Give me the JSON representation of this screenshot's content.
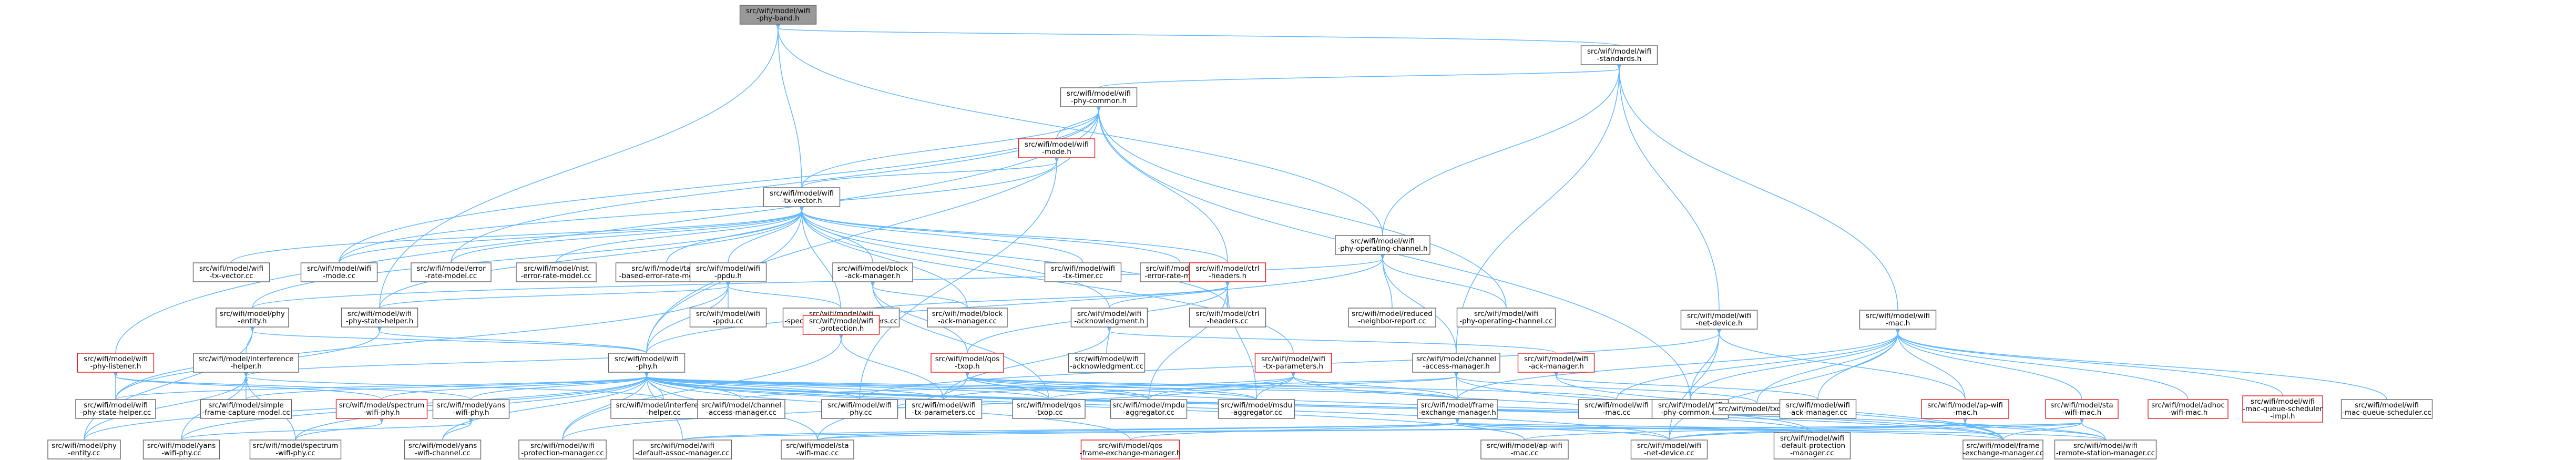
{
  "colors": {
    "edge": "#63b8ff",
    "node_border": "#666666",
    "node_border_missing": "#e31a1c",
    "root_fill": "#999999",
    "node_fill": "#ffffff"
  },
  "nodes": [
    {
      "id": "n0",
      "root": true,
      "red": false,
      "lines": [
        "src/wifi/model/wifi",
        "-phy-band.h"
      ]
    },
    {
      "id": "n1",
      "root": false,
      "red": false,
      "lines": [
        "src/wifi/model/wifi",
        "-standards.h"
      ]
    },
    {
      "id": "n2",
      "root": false,
      "red": false,
      "lines": [
        "src/wifi/model/wifi",
        "-phy-common.h"
      ]
    },
    {
      "id": "n3",
      "root": false,
      "red": true,
      "lines": [
        "src/wifi/model/wifi",
        "-mode.h"
      ]
    },
    {
      "id": "n4",
      "root": false,
      "red": false,
      "lines": [
        "src/wifi/model/wifi",
        "-tx-vector.h"
      ]
    },
    {
      "id": "n5",
      "root": false,
      "red": false,
      "lines": [
        "src/wifi/model/wifi",
        "-phy-operating-channel.h"
      ]
    },
    {
      "id": "n6",
      "root": false,
      "red": false,
      "lines": [
        "src/wifi/model/wifi",
        "-net-device.h"
      ]
    },
    {
      "id": "n7",
      "root": false,
      "red": false,
      "lines": [
        "src/wifi/model/wifi",
        "-mac.h"
      ]
    },
    {
      "id": "n8",
      "root": false,
      "red": false,
      "lines": [
        "src/wifi/model/wifi",
        "-tx-vector.cc"
      ]
    },
    {
      "id": "n9",
      "root": false,
      "red": false,
      "lines": [
        "src/wifi/model/wifi",
        "-mode.cc"
      ]
    },
    {
      "id": "n10",
      "root": false,
      "red": false,
      "lines": [
        "src/wifi/model/error",
        "-rate-model.cc"
      ]
    },
    {
      "id": "n11",
      "root": false,
      "red": false,
      "lines": [
        "src/wifi/model/nist",
        "-error-rate-model.cc"
      ]
    },
    {
      "id": "n12",
      "root": false,
      "red": false,
      "lines": [
        "src/wifi/model/table",
        "-based-error-rate-model.cc"
      ]
    },
    {
      "id": "n13",
      "root": false,
      "red": false,
      "lines": [
        "src/wifi/model/wifi",
        "-ppdu.h"
      ]
    },
    {
      "id": "n14",
      "root": false,
      "red": false,
      "lines": [
        "src/wifi/model/block",
        "-ack-manager.h"
      ]
    },
    {
      "id": "n15",
      "root": false,
      "red": false,
      "lines": [
        "src/wifi/model/wifi",
        "-tx-timer.cc"
      ]
    },
    {
      "id": "n16",
      "root": false,
      "red": false,
      "lines": [
        "src/wifi/model/yans",
        "-error-rate-model.cc"
      ]
    },
    {
      "id": "n17",
      "root": false,
      "red": true,
      "lines": [
        "src/wifi/model/ctrl",
        "-headers.h"
      ]
    },
    {
      "id": "n18",
      "root": false,
      "red": false,
      "lines": [
        "src/wifi/model/phy",
        "-entity.h"
      ]
    },
    {
      "id": "n19",
      "root": false,
      "red": false,
      "lines": [
        "src/wifi/model/wifi",
        "-phy-state-helper.h"
      ]
    },
    {
      "id": "n20",
      "root": false,
      "red": false,
      "lines": [
        "src/wifi/model/wifi",
        "-spectrum-signal-parameters.cc"
      ]
    },
    {
      "id": "n21",
      "root": false,
      "red": false,
      "lines": [
        "src/wifi/model/wifi",
        "-ppdu.cc"
      ]
    },
    {
      "id": "n22",
      "root": false,
      "red": true,
      "lines": [
        "src/wifi/model/wifi",
        "-protection.h"
      ]
    },
    {
      "id": "n23",
      "root": false,
      "red": false,
      "lines": [
        "src/wifi/model/block",
        "-ack-manager.cc"
      ]
    },
    {
      "id": "n24",
      "root": false,
      "red": false,
      "lines": [
        "src/wifi/model/wifi",
        "-acknowledgment.h"
      ]
    },
    {
      "id": "n25",
      "root": false,
      "red": false,
      "lines": [
        "src/wifi/model/ctrl",
        "-headers.cc"
      ]
    },
    {
      "id": "n26",
      "root": false,
      "red": false,
      "lines": [
        "src/wifi/model/reduced",
        "-neighbor-report.cc"
      ]
    },
    {
      "id": "n27",
      "root": false,
      "red": false,
      "lines": [
        "src/wifi/model/wifi",
        "-phy-operating-channel.cc"
      ]
    },
    {
      "id": "n28",
      "root": false,
      "red": true,
      "lines": [
        "src/wifi/model/wifi",
        "-phy-listener.h"
      ]
    },
    {
      "id": "n29",
      "root": false,
      "red": false,
      "lines": [
        "src/wifi/model/interference",
        "-helper.h"
      ]
    },
    {
      "id": "n30",
      "root": false,
      "red": false,
      "lines": [
        "src/wifi/model/wifi",
        "-phy.h"
      ]
    },
    {
      "id": "n31",
      "root": false,
      "red": true,
      "lines": [
        "src/wifi/model/qos",
        "-txop.h"
      ]
    },
    {
      "id": "n32",
      "root": false,
      "red": false,
      "lines": [
        "src/wifi/model/wifi",
        "-acknowledgment.cc"
      ]
    },
    {
      "id": "n33",
      "root": false,
      "red": true,
      "lines": [
        "src/wifi/model/wifi",
        "-tx-parameters.h"
      ]
    },
    {
      "id": "n34",
      "root": false,
      "red": false,
      "lines": [
        "src/wifi/model/channel",
        "-access-manager.h"
      ]
    },
    {
      "id": "n35",
      "root": false,
      "red": true,
      "lines": [
        "src/wifi/model/wifi",
        "-ack-manager.h"
      ]
    },
    {
      "id": "n36",
      "root": false,
      "red": false,
      "lines": [
        "src/wifi/model/wifi",
        "-phy-state-helper.cc"
      ]
    },
    {
      "id": "n37",
      "root": false,
      "red": false,
      "lines": [
        "src/wifi/model/simple",
        "-frame-capture-model.cc"
      ]
    },
    {
      "id": "n38",
      "root": false,
      "red": true,
      "lines": [
        "src/wifi/model/spectrum",
        "-wifi-phy.h"
      ]
    },
    {
      "id": "n39",
      "root": false,
      "red": false,
      "lines": [
        "src/wifi/model/yans",
        "-wifi-phy.h"
      ]
    },
    {
      "id": "n40",
      "root": false,
      "red": false,
      "lines": [
        "src/wifi/model/interference",
        "-helper.cc"
      ]
    },
    {
      "id": "n41",
      "root": false,
      "red": false,
      "lines": [
        "src/wifi/model/channel",
        "-access-manager.cc"
      ]
    },
    {
      "id": "n42",
      "root": false,
      "red": false,
      "lines": [
        "src/wifi/model/wifi",
        "-phy.cc"
      ]
    },
    {
      "id": "n43",
      "root": false,
      "red": false,
      "lines": [
        "src/wifi/model/wifi",
        "-tx-parameters.cc"
      ]
    },
    {
      "id": "n44",
      "root": false,
      "red": false,
      "lines": [
        "src/wifi/model/qos",
        "-txop.cc"
      ]
    },
    {
      "id": "n45",
      "root": false,
      "red": false,
      "lines": [
        "src/wifi/model/mpdu",
        "-aggregator.cc"
      ]
    },
    {
      "id": "n46",
      "root": false,
      "red": false,
      "lines": [
        "src/wifi/model/msdu",
        "-aggregator.cc"
      ]
    },
    {
      "id": "n47",
      "root": false,
      "red": false,
      "lines": [
        "src/wifi/model/frame",
        "-exchange-manager.h"
      ]
    },
    {
      "id": "n48",
      "root": false,
      "red": false,
      "lines": [
        "src/wifi/model/wifi",
        "-mac.cc"
      ]
    },
    {
      "id": "n49",
      "root": false,
      "red": false,
      "lines": [
        "src/wifi/model/wifi",
        "-phy-common.cc"
      ]
    },
    {
      "id": "n50",
      "root": false,
      "red": false,
      "lines": [
        "src/wifi/model/txop.cc"
      ]
    },
    {
      "id": "n51",
      "root": false,
      "red": false,
      "lines": [
        "src/wifi/model/wifi",
        "-ack-manager.cc"
      ]
    },
    {
      "id": "n52",
      "root": false,
      "red": true,
      "lines": [
        "src/wifi/model/ap-wifi",
        "-mac.h"
      ]
    },
    {
      "id": "n53",
      "root": false,
      "red": true,
      "lines": [
        "src/wifi/model/sta",
        "-wifi-mac.h"
      ]
    },
    {
      "id": "n54",
      "root": false,
      "red": true,
      "lines": [
        "src/wifi/model/adhoc",
        "-wifi-mac.h"
      ]
    },
    {
      "id": "n55",
      "root": false,
      "red": true,
      "lines": [
        "src/wifi/model/wifi",
        "-mac-queue-scheduler",
        "-impl.h"
      ]
    },
    {
      "id": "n56",
      "root": false,
      "red": false,
      "lines": [
        "src/wifi/model/wifi",
        "-mac-queue-scheduler.cc"
      ]
    },
    {
      "id": "n57",
      "root": false,
      "red": false,
      "lines": [
        "src/wifi/model/phy",
        "-entity.cc"
      ]
    },
    {
      "id": "n58",
      "root": false,
      "red": false,
      "lines": [
        "src/wifi/model/yans",
        "-wifi-phy.cc"
      ]
    },
    {
      "id": "n59",
      "root": false,
      "red": false,
      "lines": [
        "src/wifi/model/spectrum",
        "-wifi-phy.cc"
      ]
    },
    {
      "id": "n60",
      "root": false,
      "red": false,
      "lines": [
        "src/wifi/model/yans",
        "-wifi-channel.cc"
      ]
    },
    {
      "id": "n61",
      "root": false,
      "red": false,
      "lines": [
        "src/wifi/model/wifi",
        "-protection-manager.cc"
      ]
    },
    {
      "id": "n62",
      "root": false,
      "red": false,
      "lines": [
        "src/wifi/model/wifi",
        "-default-assoc-manager.cc"
      ]
    },
    {
      "id": "n63",
      "root": false,
      "red": false,
      "lines": [
        "src/wifi/model/sta",
        "-wifi-mac.cc"
      ]
    },
    {
      "id": "n64",
      "root": false,
      "red": true,
      "lines": [
        "src/wifi/model/qos",
        "-frame-exchange-manager.h"
      ]
    },
    {
      "id": "n65",
      "root": false,
      "red": false,
      "lines": [
        "src/wifi/model/ap-wifi",
        "-mac.cc"
      ]
    },
    {
      "id": "n66",
      "root": false,
      "red": false,
      "lines": [
        "src/wifi/model/wifi",
        "-net-device.cc"
      ]
    },
    {
      "id": "n67",
      "root": false,
      "red": false,
      "lines": [
        "src/wifi/model/wifi",
        "-default-protection",
        "-manager.cc"
      ]
    },
    {
      "id": "n68",
      "root": false,
      "red": false,
      "lines": [
        "src/wifi/model/frame",
        "-exchange-manager.cc"
      ]
    },
    {
      "id": "n69",
      "root": false,
      "red": false,
      "lines": [
        "src/wifi/model/wifi",
        "-remote-station-manager.cc"
      ]
    }
  ],
  "edges": [
    [
      "n0",
      "n1"
    ],
    [
      "n0",
      "n4"
    ],
    [
      "n0",
      "n5"
    ],
    [
      "n0",
      "n19"
    ],
    [
      "n1",
      "n2"
    ],
    [
      "n1",
      "n5"
    ],
    [
      "n1",
      "n6"
    ],
    [
      "n1",
      "n7"
    ],
    [
      "n1",
      "n34"
    ],
    [
      "n2",
      "n3"
    ],
    [
      "n2",
      "n4"
    ],
    [
      "n2",
      "n9"
    ],
    [
      "n2",
      "n17"
    ],
    [
      "n2",
      "n28"
    ],
    [
      "n2",
      "n49"
    ],
    [
      "n2",
      "n30"
    ],
    [
      "n2",
      "n27"
    ],
    [
      "n2",
      "n10"
    ],
    [
      "n3",
      "n4"
    ],
    [
      "n3",
      "n9"
    ],
    [
      "n3",
      "n42"
    ],
    [
      "n4",
      "n8"
    ],
    [
      "n4",
      "n9"
    ],
    [
      "n4",
      "n10"
    ],
    [
      "n4",
      "n11"
    ],
    [
      "n4",
      "n12"
    ],
    [
      "n4",
      "n13"
    ],
    [
      "n4",
      "n14"
    ],
    [
      "n4",
      "n15"
    ],
    [
      "n4",
      "n16"
    ],
    [
      "n4",
      "n17"
    ],
    [
      "n4",
      "n18"
    ],
    [
      "n4",
      "n19"
    ],
    [
      "n4",
      "n24"
    ],
    [
      "n4",
      "n30"
    ],
    [
      "n4",
      "n33"
    ],
    [
      "n4",
      "n22"
    ],
    [
      "n4",
      "n25"
    ],
    [
      "n4",
      "n23"
    ],
    [
      "n5",
      "n18"
    ],
    [
      "n5",
      "n26"
    ],
    [
      "n5",
      "n27"
    ],
    [
      "n5",
      "n30"
    ],
    [
      "n5",
      "n34"
    ],
    [
      "n6",
      "n42"
    ],
    [
      "n6",
      "n49"
    ],
    [
      "n6",
      "n66"
    ],
    [
      "n6",
      "n52"
    ],
    [
      "n7",
      "n48"
    ],
    [
      "n7",
      "n49"
    ],
    [
      "n7",
      "n50"
    ],
    [
      "n7",
      "n51"
    ],
    [
      "n7",
      "n52"
    ],
    [
      "n7",
      "n53"
    ],
    [
      "n7",
      "n54"
    ],
    [
      "n7",
      "n55"
    ],
    [
      "n7",
      "n56"
    ],
    [
      "n7",
      "n66"
    ],
    [
      "n7",
      "n47"
    ],
    [
      "n13",
      "n20"
    ],
    [
      "n13",
      "n21"
    ],
    [
      "n13",
      "n19"
    ],
    [
      "n13",
      "n30"
    ],
    [
      "n13",
      "n36"
    ],
    [
      "n14",
      "n23"
    ],
    [
      "n14",
      "n44"
    ],
    [
      "n14",
      "n31"
    ],
    [
      "n17",
      "n22"
    ],
    [
      "n17",
      "n24"
    ],
    [
      "n17",
      "n25"
    ],
    [
      "n17",
      "n31"
    ],
    [
      "n17",
      "n45"
    ],
    [
      "n17",
      "n46"
    ],
    [
      "n18",
      "n29"
    ],
    [
      "n18",
      "n30"
    ],
    [
      "n18",
      "n57"
    ],
    [
      "n19",
      "n36"
    ],
    [
      "n19",
      "n30"
    ],
    [
      "n22",
      "n43"
    ],
    [
      "n22",
      "n61"
    ],
    [
      "n24",
      "n32"
    ],
    [
      "n24",
      "n43"
    ],
    [
      "n24",
      "n35"
    ],
    [
      "n28",
      "n36"
    ],
    [
      "n28",
      "n38"
    ],
    [
      "n28",
      "n39"
    ],
    [
      "n29",
      "n37"
    ],
    [
      "n29",
      "n40"
    ],
    [
      "n29",
      "n57"
    ],
    [
      "n29",
      "n58"
    ],
    [
      "n29",
      "n59"
    ],
    [
      "n29",
      "n30"
    ],
    [
      "n30",
      "n36"
    ],
    [
      "n30",
      "n37"
    ],
    [
      "n30",
      "n38"
    ],
    [
      "n30",
      "n39"
    ],
    [
      "n30",
      "n40"
    ],
    [
      "n30",
      "n41"
    ],
    [
      "n30",
      "n42"
    ],
    [
      "n30",
      "n43"
    ],
    [
      "n30",
      "n44"
    ],
    [
      "n30",
      "n45"
    ],
    [
      "n30",
      "n46"
    ],
    [
      "n30",
      "n47"
    ],
    [
      "n30",
      "n57"
    ],
    [
      "n30",
      "n58"
    ],
    [
      "n30",
      "n59"
    ],
    [
      "n30",
      "n60"
    ],
    [
      "n30",
      "n61"
    ],
    [
      "n30",
      "n62"
    ],
    [
      "n30",
      "n63"
    ],
    [
      "n30",
      "n64"
    ],
    [
      "n30",
      "n65"
    ],
    [
      "n30",
      "n66"
    ],
    [
      "n30",
      "n67"
    ],
    [
      "n30",
      "n68"
    ],
    [
      "n30",
      "n69"
    ],
    [
      "n31",
      "n44"
    ],
    [
      "n31",
      "n45"
    ],
    [
      "n31",
      "n46"
    ],
    [
      "n31",
      "n47"
    ],
    [
      "n31",
      "n48"
    ],
    [
      "n31",
      "n63"
    ],
    [
      "n31",
      "n68"
    ],
    [
      "n33",
      "n43"
    ],
    [
      "n33",
      "n45"
    ],
    [
      "n33",
      "n46"
    ],
    [
      "n33",
      "n47"
    ],
    [
      "n33",
      "n61"
    ],
    [
      "n33",
      "n67"
    ],
    [
      "n34",
      "n41"
    ],
    [
      "n34",
      "n47"
    ],
    [
      "n34",
      "n50"
    ],
    [
      "n34",
      "n44"
    ],
    [
      "n34",
      "n68"
    ],
    [
      "n35",
      "n51"
    ],
    [
      "n35",
      "n68"
    ],
    [
      "n38",
      "n59"
    ],
    [
      "n39",
      "n58"
    ],
    [
      "n39",
      "n60"
    ],
    [
      "n47",
      "n64"
    ],
    [
      "n47",
      "n62"
    ],
    [
      "n47",
      "n63"
    ],
    [
      "n47",
      "n65"
    ],
    [
      "n47",
      "n66"
    ],
    [
      "n47",
      "n67"
    ],
    [
      "n47",
      "n68"
    ],
    [
      "n47",
      "n69"
    ],
    [
      "n52",
      "n65"
    ],
    [
      "n52",
      "n66"
    ],
    [
      "n52",
      "n68"
    ],
    [
      "n52",
      "n69"
    ],
    [
      "n53",
      "n63"
    ],
    [
      "n53",
      "n62"
    ],
    [
      "n53",
      "n66"
    ],
    [
      "n53",
      "n69"
    ],
    [
      "n53",
      "n68"
    ]
  ]
}
